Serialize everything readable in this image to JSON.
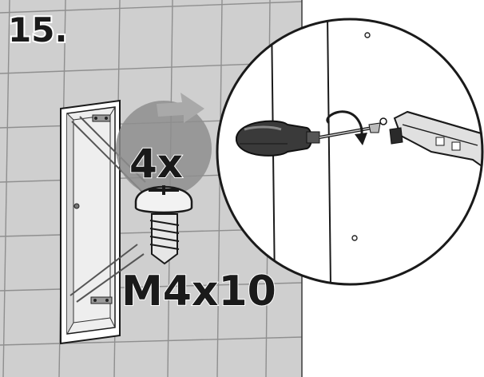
{
  "step": {
    "number": "15."
  },
  "callouts": {
    "quantity": "4x",
    "screw_size": "M4x10"
  },
  "colors": {
    "wall": "#cfcfcf",
    "grout": "#9a9a9a",
    "ink": "#1a1a1a",
    "badge": "#8e8e8e",
    "arrow": "#a9a9a9",
    "niche_inner": "#e6e6e6"
  },
  "icons": {
    "screwdriver": "screwdriver-icon",
    "rotation_arrow": "clockwise-rotation-icon",
    "screw": "screw-icon",
    "bracket": "mounting-bracket-icon"
  }
}
